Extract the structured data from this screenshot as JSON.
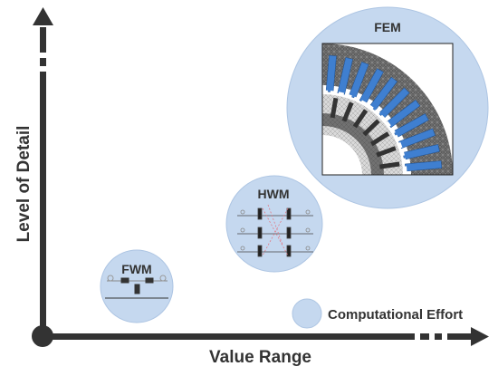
{
  "axes": {
    "x_label": "Value Range",
    "y_label": "Level of Detail"
  },
  "models": [
    {
      "id": "fem",
      "label": "FEM"
    },
    {
      "id": "hwm",
      "label": "HWM"
    },
    {
      "id": "fwm",
      "label": "FWM"
    }
  ],
  "legend": {
    "label": "Computational Effort"
  },
  "colors": {
    "axis": "#333333",
    "bubble": "#c5d8ef",
    "bubble_edge": "#a9c2e2",
    "mesh": "#5a5a5a",
    "coil": "#3f7fd0"
  }
}
